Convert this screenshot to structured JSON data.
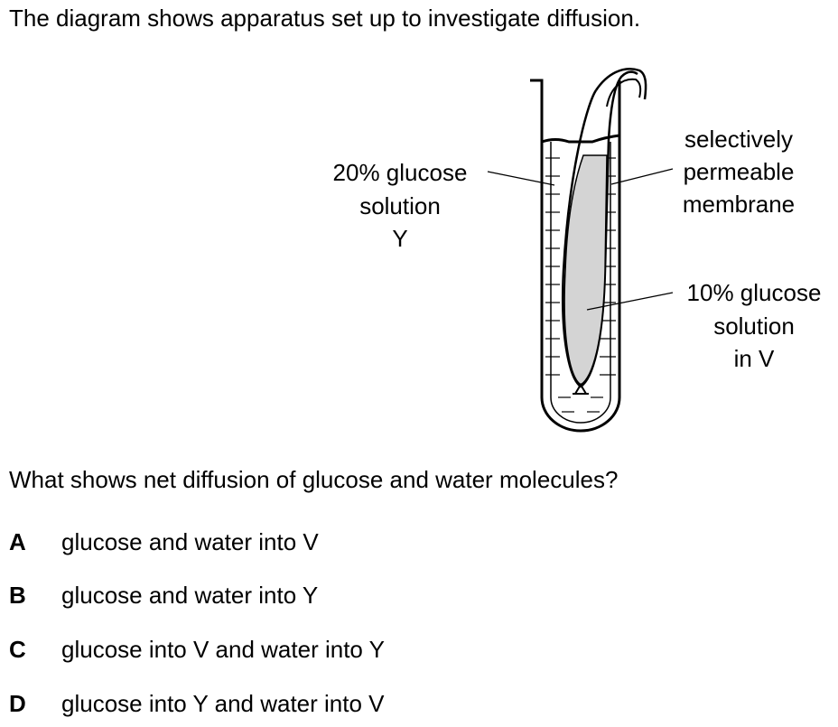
{
  "intro": "The diagram shows apparatus set up to investigate diffusion.",
  "diagram": {
    "label_y": [
      "20% glucose",
      "solution",
      "Y"
    ],
    "label_membrane": [
      "selectively",
      "permeable",
      "membrane"
    ],
    "label_v": [
      "10% glucose",
      "solution",
      "in V"
    ]
  },
  "question": "What shows net diffusion of glucose and water molecules?",
  "options": [
    {
      "letter": "A",
      "text": "glucose and water into V"
    },
    {
      "letter": "B",
      "text": "glucose and water into Y"
    },
    {
      "letter": "C",
      "text": "glucose into V and water into Y"
    },
    {
      "letter": "D",
      "text": "glucose into Y and water into V"
    }
  ]
}
